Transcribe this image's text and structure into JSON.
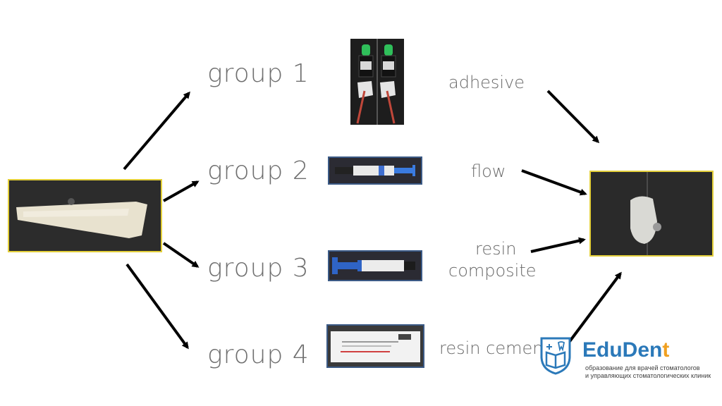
{
  "groups": [
    {
      "label": "group 1"
    },
    {
      "label": "group 2"
    },
    {
      "label": "group 3"
    },
    {
      "label": "group 4"
    }
  ],
  "materials": {
    "adhesive": "adhesive",
    "flow": "flow",
    "resin_composite_line1": "resin",
    "resin_composite_line2": "composite",
    "resin_cement": "resin cement"
  },
  "logo": {
    "name_prefix": "EduDen",
    "name_suffix": "t",
    "tagline_line1": "образование для врачей стоматологов",
    "tagline_line2": "и управляющих стоматологических клиник"
  },
  "colors": {
    "accent_blue": "#2b79b9",
    "accent_orange": "#f0a020",
    "frame_yellow": "#e3cf3a"
  }
}
